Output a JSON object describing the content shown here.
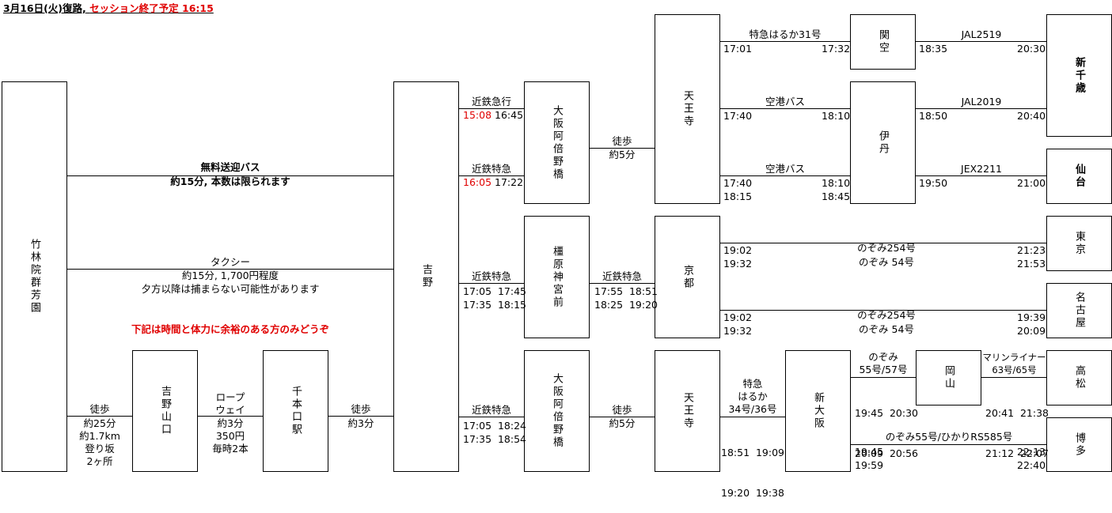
{
  "header": {
    "date": "3月16日(火)復路,",
    "session_end": "セッション終了予定 16:15"
  },
  "nodes": {
    "chikurin": "竹林院群芳園",
    "yoshino": "吉野",
    "yoshino_yamaguchi": "吉野山口",
    "senbonguchi": "千本口駅",
    "abeno1": "大阪阿倍野橋",
    "kashihara": "橿原神宮前",
    "abeno2": "大阪阿倍野橋",
    "tennoji1": "天王寺",
    "kyoto": "京都",
    "tennoji2": "天王寺",
    "kanku": "関空",
    "itami": "伊丹",
    "shinosaka": "新大阪",
    "okayama": "岡山",
    "shin_chitose": "新千歳",
    "sendai": "仙台",
    "tokyo": "東京",
    "nagoya": "名古屋",
    "takamatsu": "高松",
    "hakata": "博多"
  },
  "routes": {
    "bus_title": "無料送迎バス",
    "bus_note": "約15分, 本数は限られます",
    "taxi_title": "タクシー",
    "taxi_line1": "約15分, 1,700円程度",
    "taxi_line2": "夕方以降は捕まらない可能性があります",
    "notice": "下記は時間と体力に余裕のある方のみどうぞ",
    "walk1": [
      "徒歩",
      "約25分",
      "約1.7km",
      "登り坂",
      "2ヶ所"
    ],
    "ropeway": [
      "ロープ",
      "ウェイ",
      "約3分",
      "350円",
      "毎時2本"
    ],
    "walk2": [
      "徒歩",
      "約3分"
    ],
    "kintetsu_kyuko": {
      "label": "近鉄急行",
      "dep": "15:08",
      "arr": "16:45"
    },
    "kintetsu_tokkyu1": {
      "label": "近鉄特急",
      "dep": "16:05",
      "arr": "17:22"
    },
    "kintetsu_tokkyu2": {
      "label": "近鉄特急",
      "r1": "17:05  17:45",
      "r2": "17:35  18:15"
    },
    "kintetsu_tokkyu3": {
      "label": "近鉄特急",
      "r1": "17:05  18:24",
      "r2": "17:35  18:54"
    },
    "walk3": [
      "徒歩",
      "約5分"
    ],
    "kintetsu_kyoto": {
      "label": "近鉄特急",
      "r1": "17:55  18:51",
      "r2": "18:25  19:20"
    },
    "walk4": [
      "徒歩",
      "約5分"
    ],
    "haruka31": {
      "label": "特急はるか31号",
      "dep": "17:01",
      "arr": "17:32"
    },
    "bus_itami1": {
      "label": "空港バス",
      "dep": "17:40",
      "arr": "18:10"
    },
    "bus_itami2": {
      "label": "空港バス",
      "dep1": "17:40",
      "arr1": "18:10",
      "dep2": "18:15",
      "arr2": "18:45"
    },
    "jal2519": {
      "label": "JAL2519",
      "dep": "18:35",
      "arr": "20:30"
    },
    "jal2019": {
      "label": "JAL2019",
      "dep": "18:50",
      "arr": "20:40"
    },
    "jex2211": {
      "label": "JEX2211",
      "dep": "19:50",
      "arr": "21:00"
    },
    "nozomi_tokyo": {
      "dep1": "19:02",
      "name1": "のぞみ254号",
      "arr1": "21:23",
      "dep2": "19:32",
      "name2": "のぞみ 54号",
      "arr2": "21:53"
    },
    "nozomi_nagoya": {
      "dep1": "19:02",
      "name1": "のぞみ254号",
      "arr1": "19:39",
      "dep2": "19:32",
      "name2": "のぞみ 54号",
      "arr2": "20:09"
    },
    "haruka_shinosaka": [
      "特急",
      "はるか",
      "34号/36号",
      "18:51  19:09",
      "19:20  19:38"
    ],
    "nozomi_okayama": [
      "のぞみ",
      "55号/57号",
      "19:45  20:30",
      "20:09  20:56"
    ],
    "marine": [
      "マリンライナー",
      "63号/65号",
      "20:41  21:38",
      "21:12  22:07"
    ],
    "nozomi_hakata": {
      "label": "のぞみ55号/ひかりRS585号",
      "dep1": "19:45",
      "arr1": "22:13",
      "dep2": "19:59",
      "arr2": "22:40"
    }
  }
}
